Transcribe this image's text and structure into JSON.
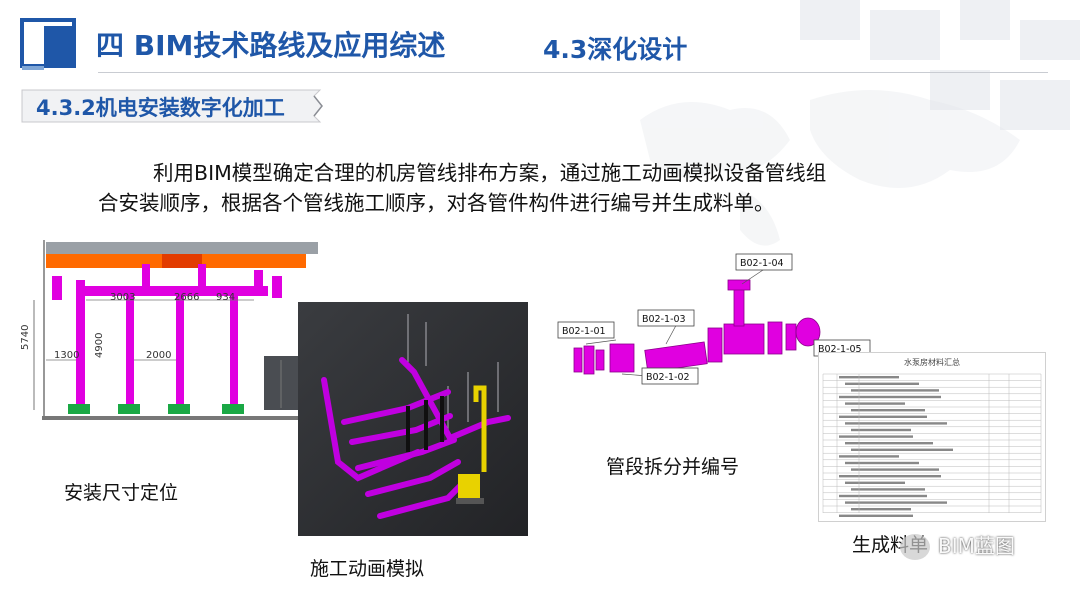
{
  "header": {
    "title": "四 BIM技术路线及应用综述",
    "subtitle": "4.3深化设计",
    "section": "4.3.2机电安装数字化加工"
  },
  "body": {
    "line1": "利用BIM模型确定合理的机房管线排布方案，通过施工动画模拟设备管线组",
    "line2": "合安装顺序，根据各个管线施工顺序，对各管件构件进行编号并生成料单。"
  },
  "figures": {
    "install": {
      "caption": "安装尺寸定位",
      "dims": {
        "d5740": "5740",
        "d4900": "4900",
        "d1300": "1300",
        "d2000": "2000",
        "d3003": "3003",
        "d2666": "2666",
        "d934": "934"
      }
    },
    "animation": {
      "caption": "施工动画模拟"
    },
    "segment": {
      "caption": "管段拆分并编号",
      "labels": {
        "l01": "B02-1-01",
        "l02": "B02-1-02",
        "l03": "B02-1-03",
        "l04": "B02-1-04",
        "l05": "B02-1-05"
      }
    },
    "materials": {
      "caption": "生成料单",
      "sheet_title": "水泵房材料汇总"
    }
  },
  "watermark": {
    "text": "BIM蓝图"
  },
  "colors": {
    "primary": "#1f57a8",
    "pipe": "#e000e0",
    "beam": "#ff6a00",
    "base": "#1aa845",
    "dark_bg": "#2f3134"
  }
}
